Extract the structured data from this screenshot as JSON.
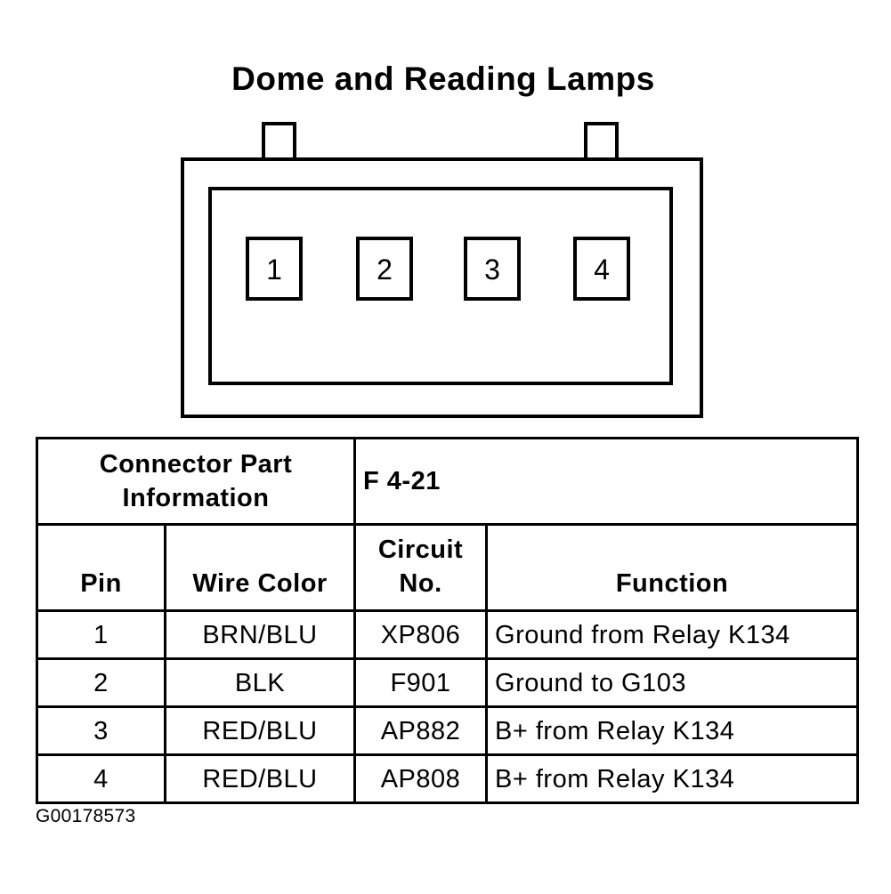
{
  "title": "Dome and Reading Lamps",
  "connector": {
    "pins": [
      "1",
      "2",
      "3",
      "4"
    ]
  },
  "table": {
    "part_info_label_line1": "Connector Part",
    "part_info_label_line2": "Information",
    "part_info_value": "F 4-21",
    "headers": {
      "pin": "Pin",
      "wire_color": "Wire Color",
      "circuit_line1": "Circuit",
      "circuit_line2": "No.",
      "function": "Function"
    },
    "rows": [
      {
        "pin": "1",
        "wire_color": "BRN/BLU",
        "circuit": "XP806",
        "function": "Ground from Relay K134"
      },
      {
        "pin": "2",
        "wire_color": "BLK",
        "circuit": "F901",
        "function": "Ground to G103"
      },
      {
        "pin": "3",
        "wire_color": "RED/BLU",
        "circuit": "AP882",
        "function": "B+ from Relay K134"
      },
      {
        "pin": "4",
        "wire_color": "RED/BLU",
        "circuit": "AP808",
        "function": "B+ from Relay K134"
      }
    ]
  },
  "image_code": "G00178573"
}
